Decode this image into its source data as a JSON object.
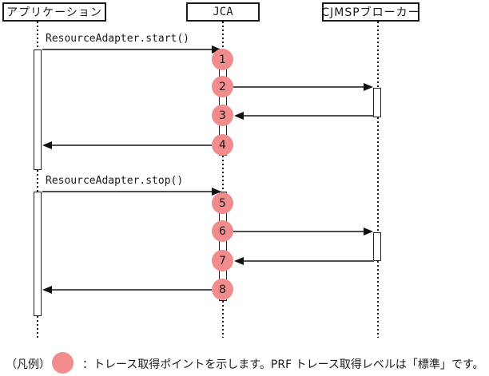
{
  "diagram": {
    "lifelines": [
      {
        "id": "application",
        "label": "アプリケーション"
      },
      {
        "id": "jca",
        "label": "JCA"
      },
      {
        "id": "broker",
        "label": "CJMSPブローカー"
      }
    ],
    "messages": [
      {
        "id": "start-call",
        "label": "ResourceAdapter.start()"
      },
      {
        "id": "stop-call",
        "label": "ResourceAdapter.stop()"
      }
    ],
    "trace_points": [
      "1",
      "2",
      "3",
      "4",
      "5",
      "6",
      "7",
      "8"
    ],
    "colors": {
      "trace_point": "#f28b8c",
      "line": "#4f4f4f",
      "border": "#1a1a1a"
    }
  },
  "legend": {
    "label": "（凡例）",
    "description": "：トレース取得ポイントを示します。PRF トレース取得レベルは「標準」です。"
  }
}
